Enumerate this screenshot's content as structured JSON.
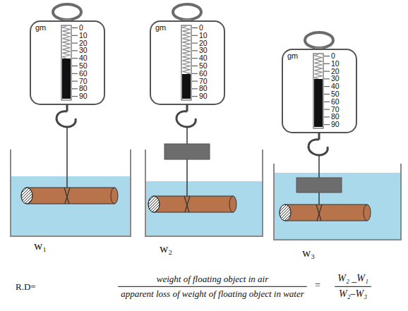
{
  "diagram": {
    "labels": [
      "gm",
      "0",
      "10",
      "20",
      "30",
      "40",
      "50",
      "60",
      "70",
      "80",
      "90",
      "gm",
      "0",
      "10",
      "20",
      "30",
      "40",
      "50",
      "60",
      "70",
      "80",
      "90",
      "gm",
      "0",
      "10",
      "20",
      "30",
      "40",
      "50",
      "60",
      "70",
      "80",
      "90",
      "w₁",
      "w₂",
      "w₃",
      "R.D=",
      "weight of floating object in air",
      "apparent loss of weight of floating object in water",
      "=",
      "W₂ _W₁",
      "W₂–W₃"
    ]
  }
}
